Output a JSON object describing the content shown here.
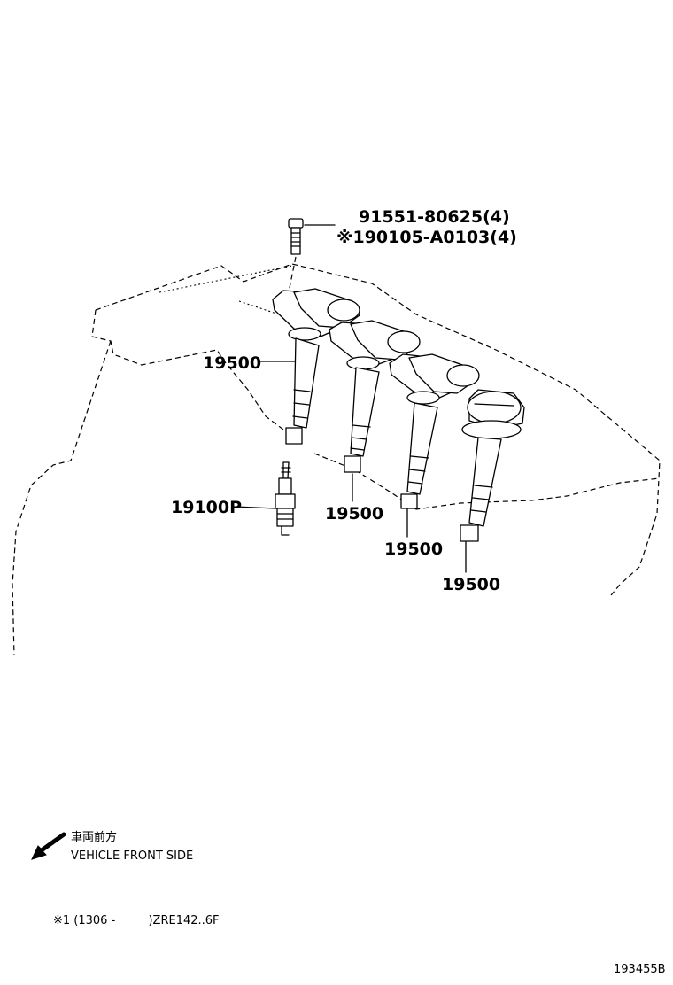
{
  "parts": {
    "bolt_part_no": "91551-80625(4)",
    "bolt_alt_part_no": "※190105-A0103(4)",
    "coil_label_1": "19500",
    "coil_label_2": "19500",
    "coil_label_3": "19500",
    "coil_label_4": "19500",
    "spark_plug": "19100P"
  },
  "direction": {
    "japanese": "車両前方",
    "english": "VEHICLE FRONT SIDE"
  },
  "footnote": "※1 (1306 -         )ZRE142..6F",
  "figure_id": "193455B"
}
